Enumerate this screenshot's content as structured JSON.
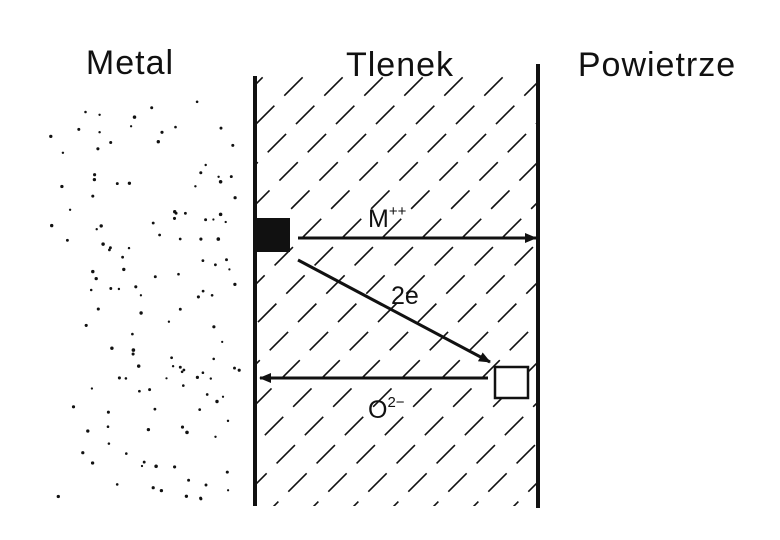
{
  "regions": {
    "metal": "Metal",
    "oxide": "Tlenek",
    "air": "Powietrze"
  },
  "flows": {
    "cation": {
      "base": "M",
      "sup": "++"
    },
    "electrons": {
      "text": "2e"
    },
    "anion": {
      "base": "O",
      "sup": "2−"
    }
  },
  "colors": {
    "ink": "#111111",
    "background": "#ffffff"
  }
}
